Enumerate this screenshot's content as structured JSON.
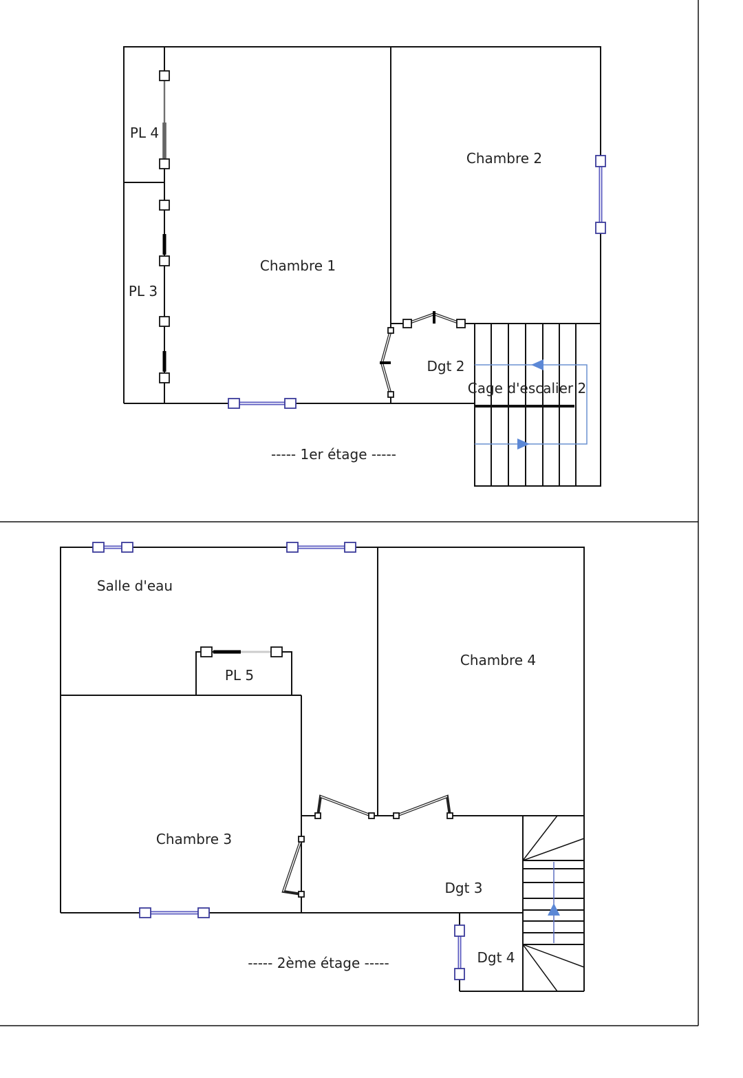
{
  "floor1": {
    "title": "----- 1er étage -----",
    "rooms": {
      "pl4": "PL 4",
      "pl3": "PL 3",
      "chambre1": "Chambre 1",
      "chambre2": "Chambre 2",
      "dgt2": "Dgt 2",
      "cage": "Cage d'escalier 2"
    }
  },
  "floor2": {
    "title": "----- 2ème étage -----",
    "rooms": {
      "salle_eau": "Salle d'eau",
      "pl5": "PL 5",
      "chambre4": "Chambre 4",
      "chambre3": "Chambre 3",
      "dgt3": "Dgt 3",
      "dgt4": "Dgt 4"
    }
  },
  "colors": {
    "walls": "#111111",
    "windows": "#5b5bc0",
    "stair_arrows": "#6a90d0"
  }
}
